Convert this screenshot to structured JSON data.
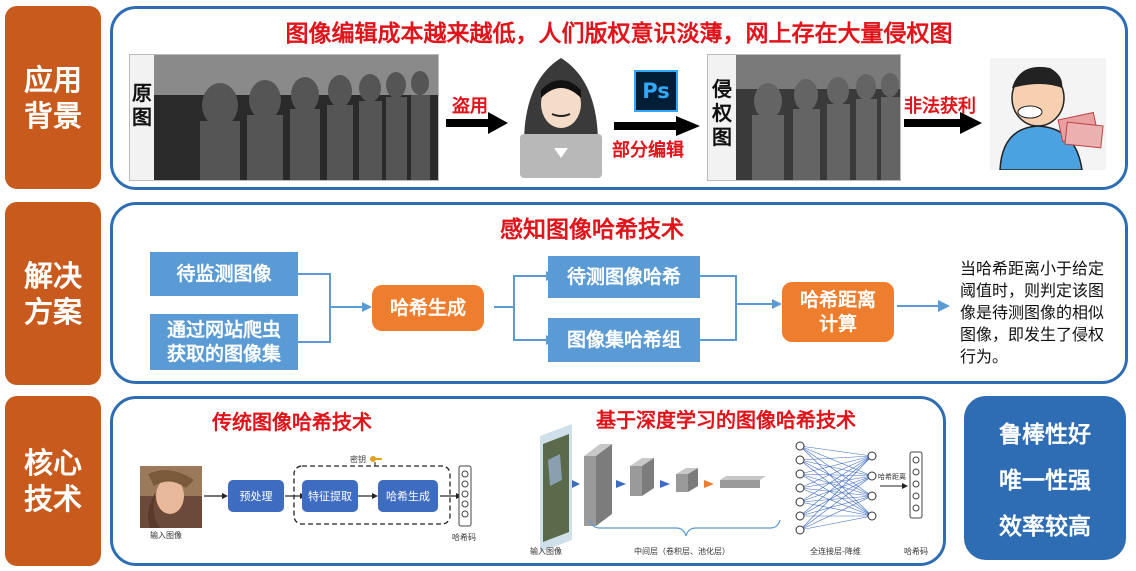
{
  "side_labels": {
    "background": "应用\n背景",
    "solution": "解决\n方案",
    "core": "核心\n技术"
  },
  "background_panel": {
    "headline": "图像编辑成本越来越低，人们版权意识淡薄，网上存在大量侵权图",
    "original_label": "原图",
    "steal_label": "盗用",
    "ps_label": "Ps",
    "edit_label": "部分编辑",
    "infringe_label": "侵权图",
    "profit_label": "非法获利"
  },
  "solution_panel": {
    "title": "感知图像哈希技术",
    "input_query": "待监测图像",
    "input_crawl": "通过网站爬虫获取的图像集",
    "hash_gen": "哈希生成",
    "query_hash": "待测图像哈希",
    "set_hash": "图像集哈希组",
    "distance": "哈希距离计算",
    "conclusion": "当哈希距离小于给定阈值时，则判定该图像是待测图像的相似图像，即发生了侵权行为。"
  },
  "core_panel": {
    "traditional_title": "传统图像哈希技术",
    "deep_title": "基于深度学习的图像哈希技术",
    "trad": {
      "input_caption": "输入图像",
      "preprocess": "预处理",
      "feature": "特征提取",
      "hashgen": "哈希生成",
      "key": "密钥",
      "output_caption": "哈希码"
    },
    "deep": {
      "input_caption": "输入图像",
      "middle_caption": "中间层（卷积层、池化层）",
      "fc_caption": "全连接层-降维",
      "hash_dist": "哈希距离",
      "output_caption": "哈希码"
    }
  },
  "features": [
    "鲁棒性好",
    "唯一性强",
    "效率较高"
  ],
  "colors": {
    "side_bg": "#c75a1c",
    "panel_border": "#2e6db4",
    "headline_red": "#e0141b",
    "blue_box": "#5b9bd5",
    "orange_box": "#ee7d2e",
    "feature_box": "#2e6db4"
  }
}
